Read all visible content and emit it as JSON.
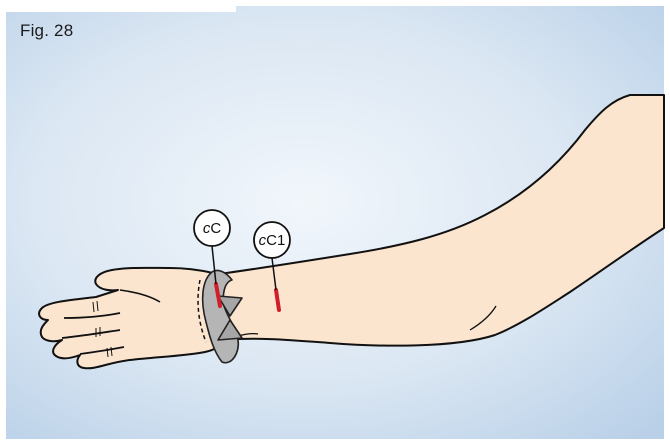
{
  "figure": {
    "label": "Fig. 28",
    "background_color": "#c9dcef",
    "skin_color": "#fbe5cf",
    "outline_color": "#111111",
    "marker_color": "#d01f2a",
    "arrow_color": "#a6a6a6"
  },
  "callouts": [
    {
      "prefix": "c",
      "suffix": "C"
    },
    {
      "prefix": "c",
      "suffix": "C1"
    }
  ]
}
